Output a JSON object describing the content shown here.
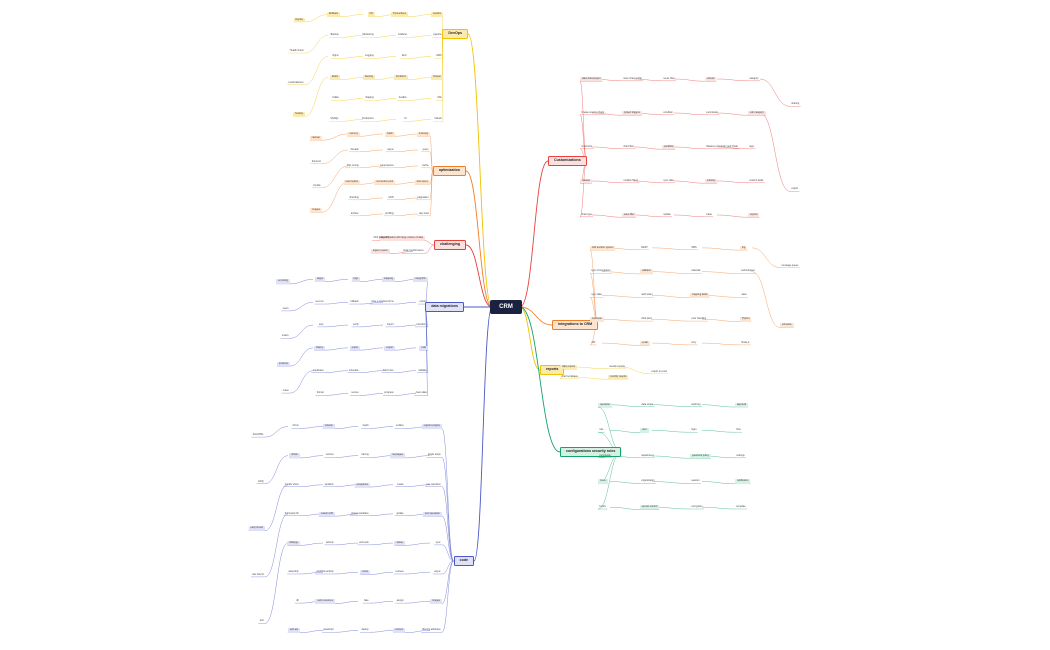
{
  "root": {
    "label": "CRM"
  },
  "branches": [
    {
      "key": "devops",
      "label": "DevOps",
      "color": "#f2c100",
      "tint": "#fbeab0",
      "leaves": [
        "Jenkins",
        "pipeline",
        "AWS",
        "Docker",
        "K8s",
        "GitLab",
        "Prometheus",
        "Grafana",
        "ELK",
        "Terraform",
        "Ansible",
        "CI",
        "CD",
        "Monitoring",
        "Logging",
        "Alerting",
        "Staging",
        "Production",
        "Rollback",
        "Backup",
        "Nginx",
        "Redis",
        "Kafka",
        "MySQL",
        "Deploy",
        "Health check",
        "Load balancer",
        "Scaling"
      ]
    },
    {
      "key": "customizations",
      "label": "Customizations",
      "color": "#e8413b",
      "tint": "#fbe0de",
      "leaves": [
        "data chart project",
        "Create custom charts",
        "customize",
        "dataset",
        "chart type",
        "store chart config",
        "project triggers",
        "chart filter",
        "multiple filters",
        "save filter",
        "reuse filter",
        "condition",
        "workflow",
        "sync data",
        "update",
        "refresh",
        "permission",
        "Mastery of industry and Trade",
        "industry",
        "trade",
        "category",
        "sub category",
        "tags",
        "custom fields",
        "reports",
        "sharing",
        "export"
      ]
    },
    {
      "key": "integrations",
      "label": "integrations to CRM",
      "color": "#f07d28",
      "tint": "#fde4cf",
      "leaves": [
        "with another system",
        "type of integration",
        "sync data",
        "webhook",
        "API",
        "REST",
        "callback",
        "auth token",
        "third party",
        "email",
        "SMS",
        "calendar",
        "mapping fields",
        "error handling",
        "retry",
        "log",
        "technologies",
        "Java",
        "Python",
        "Node.js",
        "message queue",
        "schedule"
      ]
    },
    {
      "key": "reports",
      "label": "reports",
      "color": "#f2c100",
      "tint": "#fbeab0",
      "leaves": [
        "daily reports",
        "chart templates",
        "weekly reports",
        "monthly reports",
        "export to excel"
      ]
    },
    {
      "key": "config",
      "label": "configurations security roles",
      "color": "#12a36b",
      "tint": "#d5f1e4",
      "leaves": [
        "operation",
        "role",
        "permission",
        "menu",
        "button",
        "data scope",
        "user",
        "department",
        "organization",
        "access control",
        "audit log",
        "login",
        "password policy",
        "session",
        "encryption",
        "approval",
        "flow",
        "settings",
        "notification",
        "template"
      ]
    },
    {
      "key": "optimization",
      "label": "optimization",
      "color": "#f07d28",
      "tint": "#fde4cf",
      "leaves": [
        "indexing",
        "query",
        "cache",
        "slow query",
        "pagination",
        "lazy load",
        "batch",
        "async",
        "compression",
        "connection pool",
        "CDN",
        "profiling",
        "memory",
        "threads",
        "SQL tuning",
        "read replica",
        "sharding",
        "archive",
        "cleanup",
        "frontend",
        "bundle",
        "images"
      ]
    },
    {
      "key": "challenging",
      "label": "challenging",
      "color": "#e8413b",
      "tint": "#fbe0de",
      "leaves": [
        "data migration with large volume of data",
        "plugin performance",
        "third party API",
        "legacy system"
      ]
    },
    {
      "key": "migrations",
      "label": "data migrations",
      "color": "#4a58c8",
      "tint": "#dfe2f7",
      "leaves": [
        "using ETL",
        "extract",
        "transform",
        "load",
        "validate",
        "clean data",
        "mapping",
        "write a window forms",
        "import",
        "export",
        "batch size",
        "progress",
        "logs",
        "rollback",
        "verify",
        "report",
        "schedule",
        "source",
        "target",
        "test run",
        "retry",
        "history",
        "duplicates",
        "format",
        "encoding",
        "users",
        "orders",
        "products",
        "notes"
      ]
    },
    {
      "key": "code",
      "label": "code",
      "color": "#4a58c8",
      "tint": "#dfe2f7",
      "leaves": [
        "register plugins",
        "plugin steps",
        "pre operation",
        "post operation",
        "sync",
        "async",
        "images",
        "filtering attributes",
        "entities",
        "messages",
        "create",
        "update",
        "delete",
        "retrieve",
        "assign",
        "context",
        "depth",
        "tracing",
        "exceptions",
        "shared variables",
        "unit tests",
        "mock",
        "fake",
        "deploy",
        "solution",
        "version",
        "sandbox",
        "custom API",
        "actions",
        "workflow activity",
        "web resources",
        "javascript",
        "forms",
        "ribbon",
        "trouble shoot",
        "third party lib",
        "ILMerge",
        "assembly",
        "dll",
        "web api",
        "FetchXML",
        "LINQ",
        "early bound",
        "late bound",
        "tool"
      ]
    }
  ]
}
